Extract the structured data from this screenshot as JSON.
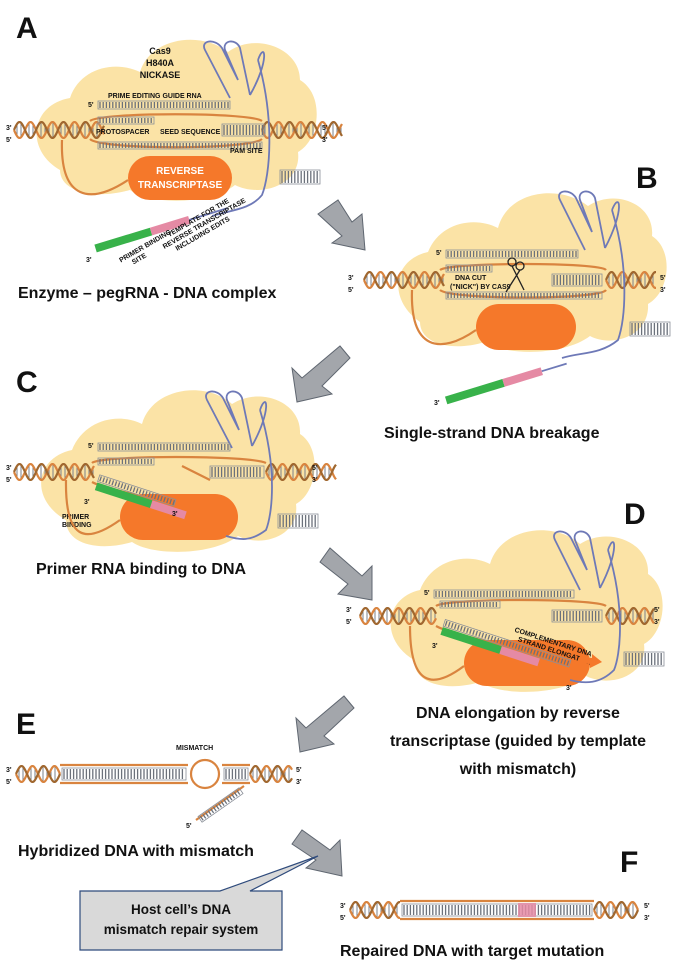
{
  "colors": {
    "cloud": "#fbe3a6",
    "enzyme": "#f5782a",
    "strand": "#d9843f",
    "rna": "#6e79b7",
    "primer": "#38b24a",
    "template": "#e58aa4",
    "arrow": "#a3a6ab",
    "callout": "#d9d9d9"
  },
  "icons": [
    "dna-helix-icon",
    "scissors-icon",
    "arrow-icon"
  ],
  "panels": {
    "A": {
      "letter": "A",
      "caption": "Enzyme – pegRNA - DNA complex",
      "enzyme_line1": "Cas9",
      "enzyme_line2": "H840A",
      "enzyme_line3": "NICKASE",
      "pegrna_label": "PRIME EDITING GUIDE RNA",
      "protospacer": "PROTOSPACER",
      "seed": "SEED SEQUENCE",
      "pam": "PAM SITE",
      "rt_line1": "REVERSE",
      "rt_line2": "TRANSCRIPTASE",
      "pbs_line1": "PRIMER BINDING",
      "pbs_line2": "SITE",
      "tmpl_line1": "TEMPLATE FOR THE",
      "tmpl_line2": "REVERSE TRANSCRIPTASE",
      "tmpl_line3": "INCLUDING EDITS",
      "end_3_left": "3'",
      "end_5_left": "5'",
      "end_5_right": "5'",
      "end_3_right": "3'",
      "end_5_rna": "5'",
      "end_3_rna": "3'"
    },
    "B": {
      "letter": "B",
      "caption": "Single-strand DNA breakage",
      "cut_line1": "DNA CUT",
      "cut_line2": "(\"NICK\") BY CAS9",
      "end_3_left": "3'",
      "end_5_left": "5'",
      "end_5_right": "5'",
      "end_3_right": "3'",
      "end_5_rna": "5'",
      "end_3_rna": "3'"
    },
    "C": {
      "letter": "C",
      "caption": "Primer RNA binding to DNA",
      "primer_line1": "PRIMER",
      "primer_line2": "BINDING",
      "end_3_left": "3'",
      "end_5_left": "5'",
      "end_5_right": "5'",
      "end_3_right": "3'",
      "end_5_rna": "5'",
      "end_3_primer": "3'",
      "end_3_tip": "3'"
    },
    "D": {
      "letter": "D",
      "caption_line1": "DNA elongation by reverse",
      "caption_line2": "transcriptase (guided by template",
      "caption_line3": "with mismatch)",
      "elong_line1": "COMPLEMENTARY DNA",
      "elong_line2": "STRAND ELONGATION",
      "end_3_left": "3'",
      "end_5_left": "5'",
      "end_5_right": "5'",
      "end_3_right": "3'",
      "end_5_rna": "5'",
      "end_3_primer": "3'",
      "end_3_tip": "3'"
    },
    "E": {
      "letter": "E",
      "caption": "Hybridized DNA with mismatch",
      "mismatch": "MISMATCH",
      "end_3_left": "3'",
      "end_5_left": "5'",
      "end_5_right": "5'",
      "end_3_right": "3'",
      "end_5_flap": "5'"
    },
    "F": {
      "letter": "F",
      "caption": "Repaired DNA with target mutation",
      "end_3_left": "3'",
      "end_5_left": "5'",
      "end_5_right": "5'",
      "end_3_right": "3'"
    }
  },
  "callout": {
    "line1": "Host cell’s DNA",
    "line2": "mismatch repair system"
  }
}
